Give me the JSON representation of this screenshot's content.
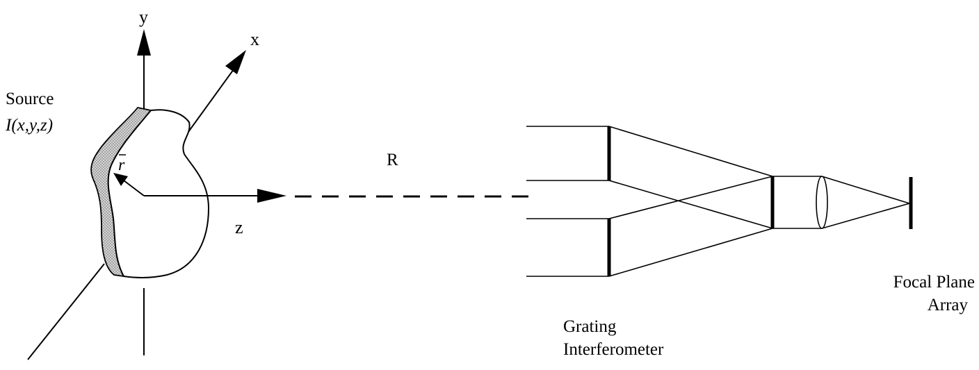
{
  "axes": {
    "x_label": "x",
    "y_label": "y",
    "z_label": "z"
  },
  "source": {
    "title": "Source",
    "function": "I(x,y,z)",
    "position_vector": "r"
  },
  "distance_label": "R",
  "instrument": {
    "line1": "Grating",
    "line2": "Interferometer"
  },
  "detector": {
    "line1": "Focal Plane",
    "line2": "Array"
  },
  "colors": {
    "ink": "#000000",
    "source_edge_shading": "#bdbdbd"
  }
}
